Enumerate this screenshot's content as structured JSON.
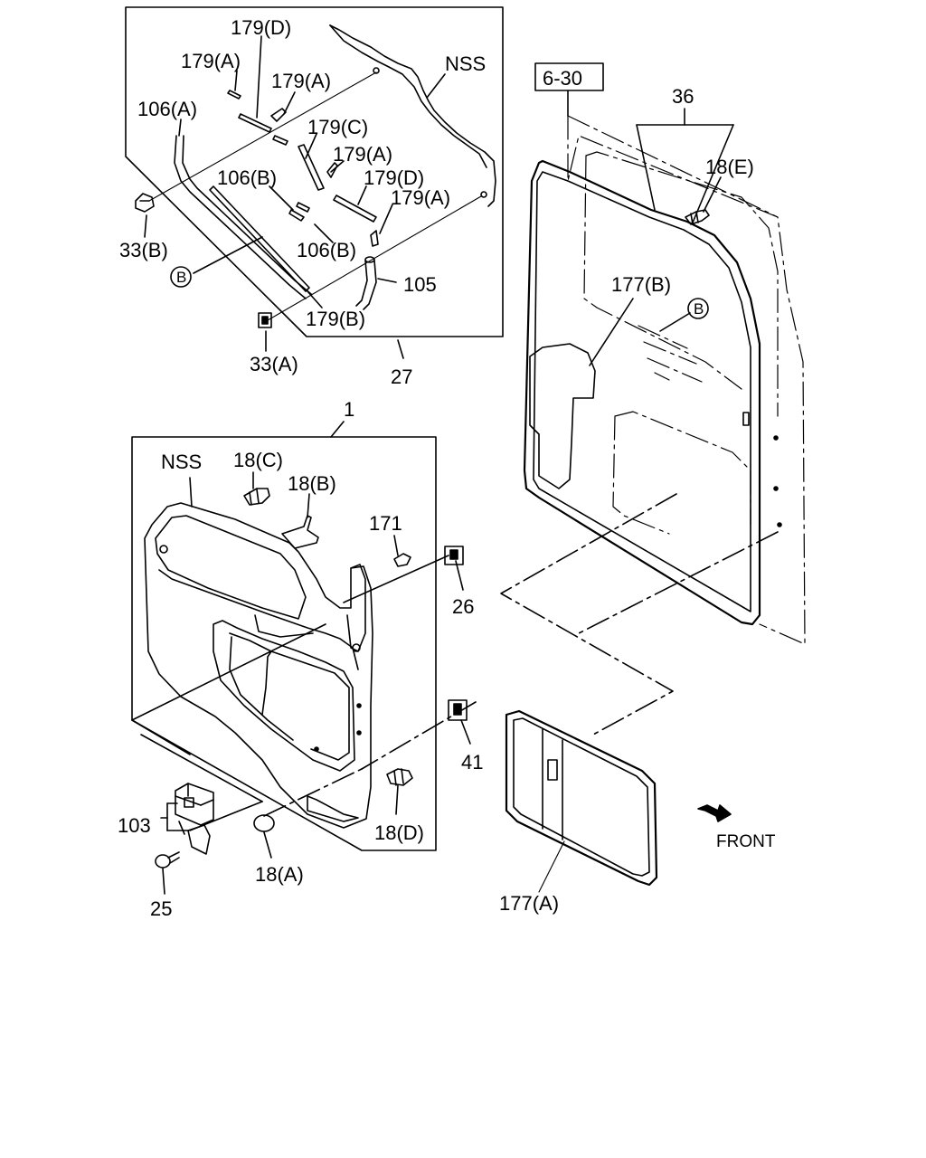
{
  "labels": {
    "l_179D_top": "179(D)",
    "l_179A_1": "179(A)",
    "l_179A_2": "179(A)",
    "l_NSS_top": "NSS",
    "l_106A": "106(A)",
    "l_179C": "179(C)",
    "l_179A_3": "179(A)",
    "l_106B_1": "106(B)",
    "l_179D_2": "179(D)",
    "l_179A_4": "179(A)",
    "l_33B": "33(B)",
    "l_106B_2": "106(B)",
    "l_B_1": "B",
    "l_105": "105",
    "l_179B": "179(B)",
    "l_33A": "33(A)",
    "l_27": "27",
    "l_6_30": "6-30",
    "l_36": "36",
    "l_18E": "18(E)",
    "l_177B": "177(B)",
    "l_B_2": "B",
    "l_1": "1",
    "l_NSS_mid": "NSS",
    "l_18C": "18(C)",
    "l_18B": "18(B)",
    "l_171": "171",
    "l_26": "26",
    "l_41": "41",
    "l_103": "103",
    "l_18D": "18(D)",
    "l_18A": "18(A)",
    "l_25": "25",
    "l_FRONT": "FRONT",
    "l_177A": "177(A)"
  }
}
